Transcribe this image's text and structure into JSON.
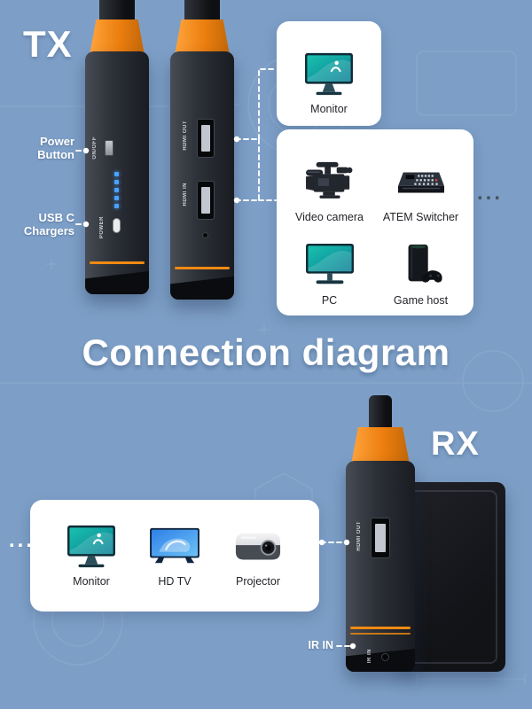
{
  "title": "Connection diagram",
  "tx_label": "TX",
  "rx_label": "RX",
  "callouts": {
    "power_line1": "Power",
    "power_line2": "Button",
    "usbc_line1": "USB C",
    "usbc_line2": "Chargers",
    "ir_in": "IR IN"
  },
  "device_text": {
    "onoff": "ON/OFF",
    "power": "POWER",
    "hdmi_out": "HDMI OUT",
    "hdmi_in": "HDMI IN",
    "rx_hdmi_out": "HDMI OUT",
    "rx_ir_in": "IR IN"
  },
  "monitor_box": {
    "items": [
      {
        "icon": "monitor-icon",
        "label": "Monitor"
      }
    ]
  },
  "sources_box": {
    "items": [
      {
        "icon": "video-camera-icon",
        "label": "Video camera"
      },
      {
        "icon": "atem-switcher-icon",
        "label": "ATEM Switcher"
      },
      {
        "icon": "pc-icon",
        "label": "PC"
      },
      {
        "icon": "game-console-icon",
        "label": "Game host"
      }
    ],
    "ellipsis": "..."
  },
  "displays_box": {
    "items": [
      {
        "icon": "monitor-icon",
        "label": "Monitor"
      },
      {
        "icon": "hdtv-icon",
        "label": "HD TV"
      },
      {
        "icon": "projector-icon",
        "label": "Projector"
      }
    ],
    "ellipsis": "..."
  },
  "colors": {
    "background": "#7d9fc7",
    "accent_orange": "#ef840f",
    "panel": "#ffffff"
  }
}
